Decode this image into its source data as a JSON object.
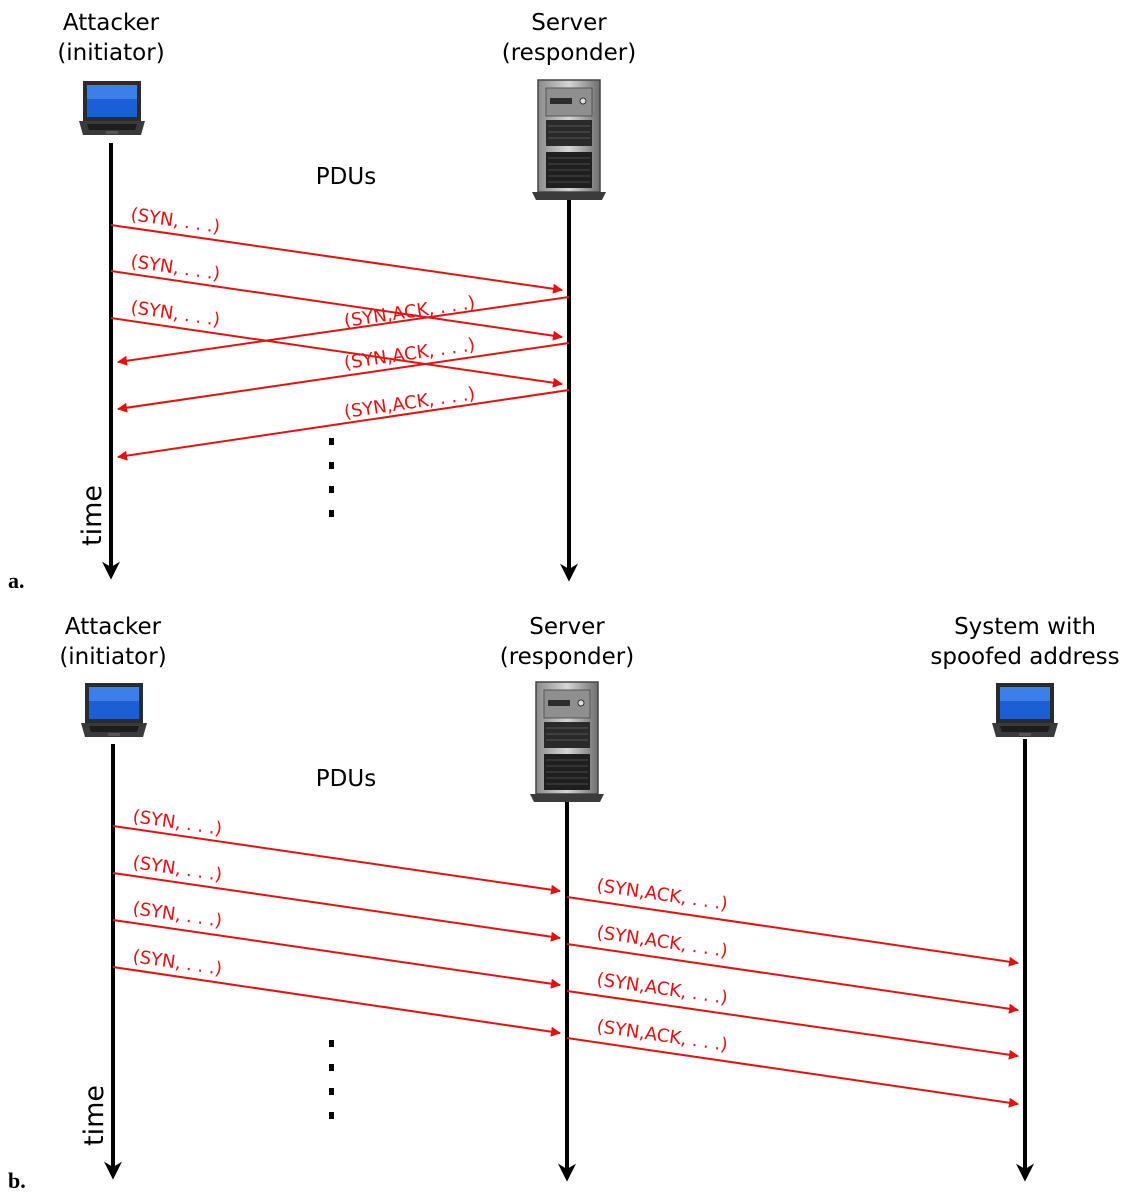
{
  "panel_a": {
    "label": "a.",
    "attacker": {
      "line1": "Attacker",
      "line2": "(initiator)"
    },
    "server": {
      "line1": "Server",
      "line2": "(responder)"
    },
    "pdus_label": "PDUs",
    "time_label": "time",
    "syn_messages": [
      "(SYN, . . .)",
      "(SYN, . . .)",
      "(SYN, . . .)"
    ],
    "synack_messages": [
      "(SYN,ACK, . . .)",
      "(SYN,ACK, . . .)",
      "(SYN,ACK, . . .)"
    ]
  },
  "panel_b": {
    "label": "b.",
    "attacker": {
      "line1": "Attacker",
      "line2": "(initiator)"
    },
    "server": {
      "line1": "Server",
      "line2": "(responder)"
    },
    "spoofed": {
      "line1": "System with",
      "line2": "spoofed address"
    },
    "pdus_label": "PDUs",
    "time_label": "time",
    "syn_messages": [
      "(SYN, . . .)",
      "(SYN, . . .)",
      "(SYN, . . .)",
      "(SYN, . . .)"
    ],
    "synack_messages": [
      "(SYN,ACK, . . .)",
      "(SYN,ACK, . . .)",
      "(SYN,ACK, . . .)",
      "(SYN,ACK, . . .)"
    ]
  },
  "colors": {
    "message": "#e8100e",
    "timeline": "#000000"
  },
  "icons": [
    "laptop-icon",
    "server-tower-icon"
  ]
}
